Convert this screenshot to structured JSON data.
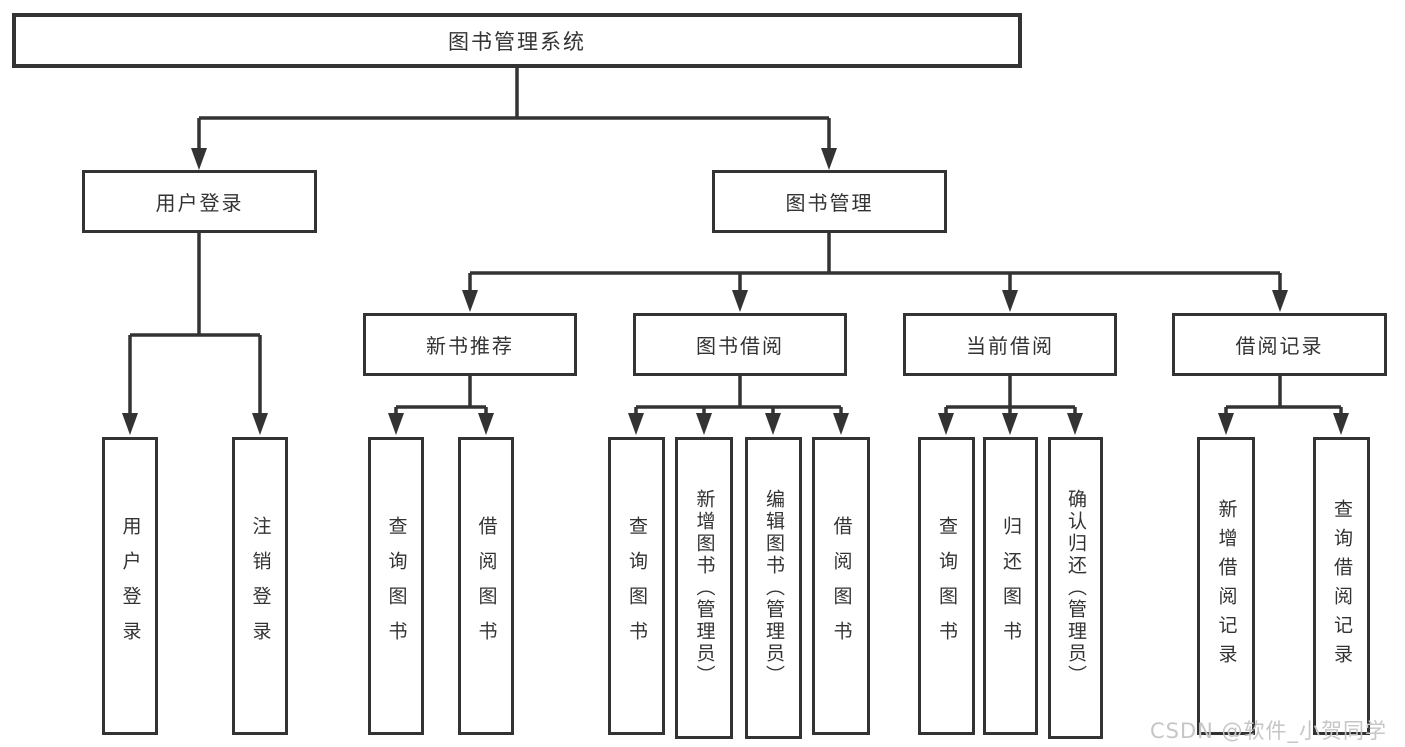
{
  "diagram": {
    "root": {
      "label": "图书管理系统"
    },
    "level2": [
      {
        "label": "用户登录"
      },
      {
        "label": "图书管理"
      }
    ],
    "level3": [
      {
        "label": "新书推荐"
      },
      {
        "label": "图书借阅"
      },
      {
        "label": "当前借阅"
      },
      {
        "label": "借阅记录"
      }
    ],
    "leaves": [
      {
        "label": "用户登录"
      },
      {
        "label": "注销登录"
      },
      {
        "label": "查询图书"
      },
      {
        "label": "借阅图书"
      },
      {
        "label": "查询图书"
      },
      {
        "label": "新增图书（管理员）"
      },
      {
        "label": "编辑图书（管理员）"
      },
      {
        "label": "借阅图书"
      },
      {
        "label": "查询图书"
      },
      {
        "label": "归还图书"
      },
      {
        "label": "确认归还（管理员）"
      },
      {
        "label": "新增借阅记录"
      },
      {
        "label": "查询借阅记录"
      }
    ]
  },
  "watermark": {
    "text": "CSDN @软件_小贺同学"
  },
  "colors": {
    "line": "#333333",
    "border": "#333333",
    "text": "#333333",
    "watermark": "#c6c6c6",
    "background": "#ffffff"
  }
}
